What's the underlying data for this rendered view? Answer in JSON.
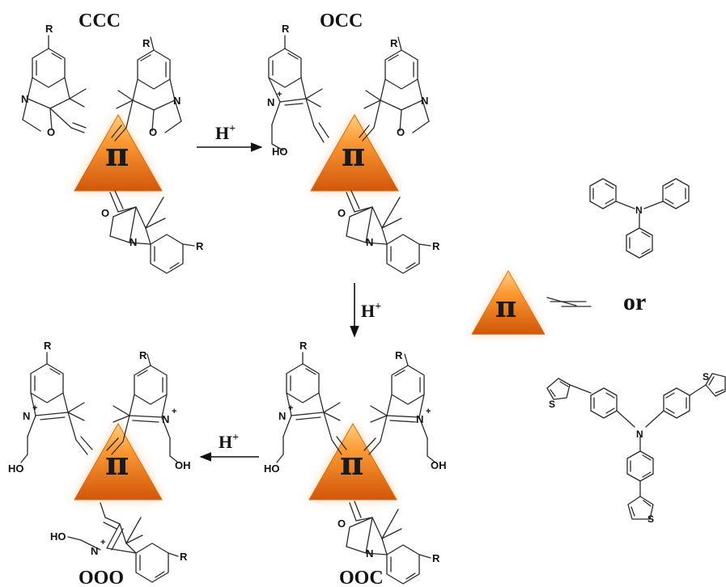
{
  "labels": {
    "ccc": "CCC",
    "occ": "OCC",
    "ooc": "OOC",
    "ooo": "OOO",
    "or": "or"
  },
  "reagents": {
    "proton": "H",
    "charge": "+"
  },
  "core_symbol": "π",
  "atoms": {
    "r": "R",
    "n": "N",
    "o": "O",
    "s": "S",
    "ho": "HO",
    "oh": "OH",
    "plus": "+"
  },
  "colors": {
    "triangle_light": "#ffb24a",
    "triangle_mid": "#f57c1c",
    "triangle_dark": "#c84a05",
    "glow": "#f8a85a",
    "ink": "#111111"
  },
  "icons": [
    "pi-core-triangle-icon",
    "triple-bond-icon",
    "triphenylamine-icon",
    "tris-thienylphenyl-amine-icon"
  ]
}
